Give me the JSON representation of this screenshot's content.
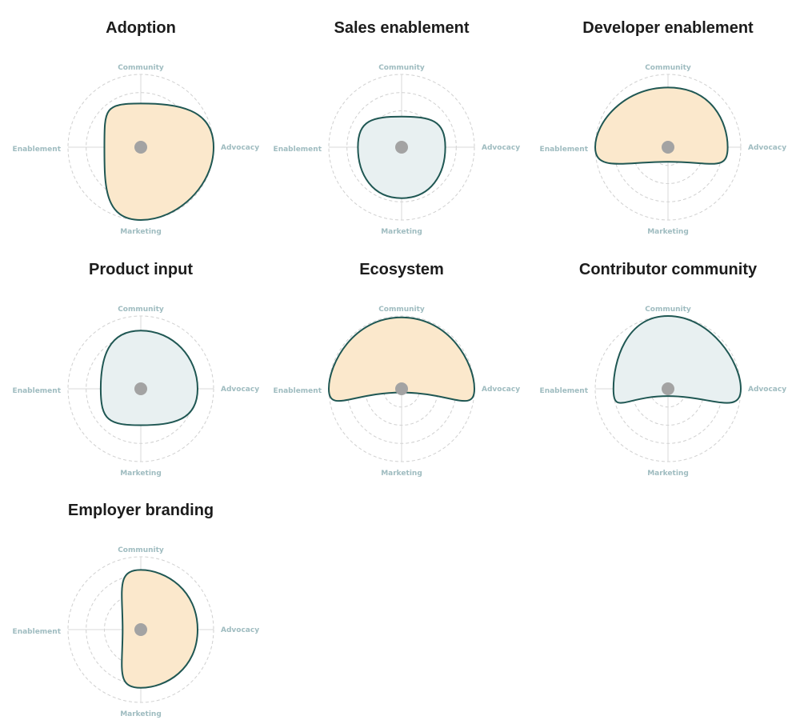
{
  "colors": {
    "warm_fill": "#fbe8cc",
    "cool_fill": "#e8f0f1",
    "outline": "#1f5753",
    "axis_label": "#9fbcc0",
    "center_dot": "#a3a3a3"
  },
  "chart_data": [
    {
      "type": "radar",
      "title": "Adoption",
      "axes": [
        "Community",
        "Advocacy",
        "Marketing",
        "Enablement"
      ],
      "values": [
        0.6,
        1.0,
        1.0,
        0.5
      ],
      "fill": "warm",
      "scale": [
        0,
        1
      ],
      "rings": 4,
      "grid": true
    },
    {
      "type": "radar",
      "title": "Sales enablement",
      "axes": [
        "Community",
        "Advocacy",
        "Marketing",
        "Enablement"
      ],
      "values": [
        0.42,
        0.6,
        0.7,
        0.6
      ],
      "fill": "cool",
      "scale": [
        0,
        1
      ],
      "rings": 4,
      "grid": true
    },
    {
      "type": "radar",
      "title": "Developer enablement",
      "axes": [
        "Community",
        "Advocacy",
        "Marketing",
        "Enablement"
      ],
      "values": [
        0.82,
        0.82,
        0.2,
        1.0
      ],
      "fill": "warm",
      "scale": [
        0,
        1
      ],
      "rings": 4,
      "grid": true
    },
    {
      "type": "radar",
      "title": "Product input",
      "axes": [
        "Community",
        "Advocacy",
        "Marketing",
        "Enablement"
      ],
      "values": [
        0.8,
        0.78,
        0.5,
        0.55
      ],
      "fill": "cool",
      "scale": [
        0,
        1
      ],
      "rings": 4,
      "grid": true
    },
    {
      "type": "radar",
      "title": "Ecosystem",
      "axes": [
        "Community",
        "Advocacy",
        "Marketing",
        "Enablement"
      ],
      "values": [
        0.98,
        1.0,
        0.05,
        1.0
      ],
      "fill": "warm",
      "scale": [
        0,
        1
      ],
      "rings": 4,
      "grid": true
    },
    {
      "type": "radar",
      "title": "Contributor community",
      "axes": [
        "Community",
        "Advocacy",
        "Marketing",
        "Enablement"
      ],
      "values": [
        1.0,
        1.0,
        0.1,
        0.75
      ],
      "fill": "cool",
      "scale": [
        0,
        1
      ],
      "rings": 4,
      "grid": true
    },
    {
      "type": "radar",
      "title": "Employer branding",
      "axes": [
        "Community",
        "Advocacy",
        "Marketing",
        "Enablement"
      ],
      "values": [
        0.82,
        0.78,
        0.8,
        0.25
      ],
      "fill": "warm",
      "scale": [
        0,
        1
      ],
      "rings": 4,
      "grid": true
    }
  ]
}
